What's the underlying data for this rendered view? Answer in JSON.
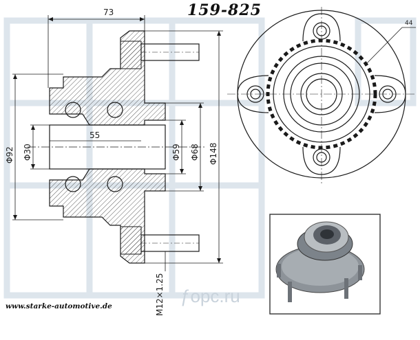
{
  "header": {
    "part_number": "159-825"
  },
  "dimensions": {
    "overall_width": "73",
    "bearing_width": "55",
    "bore_diameter": "Φ30",
    "outer_diameter": "Φ92",
    "pilot_diameter": "Φ59",
    "hub_diameter": "Φ68",
    "flange_diameter": "Φ148",
    "abs_ring_teeth": "44",
    "stud_thread": "M12×1.25"
  },
  "footer": {
    "website": "www.starke-automotive.de"
  },
  "watermark": {
    "text": "ƒopc.ru"
  },
  "colors": {
    "ink": "#1a1a1a",
    "hatch": "#333333",
    "bg_logo": "#dde5ec",
    "photo_border": "#333333"
  }
}
